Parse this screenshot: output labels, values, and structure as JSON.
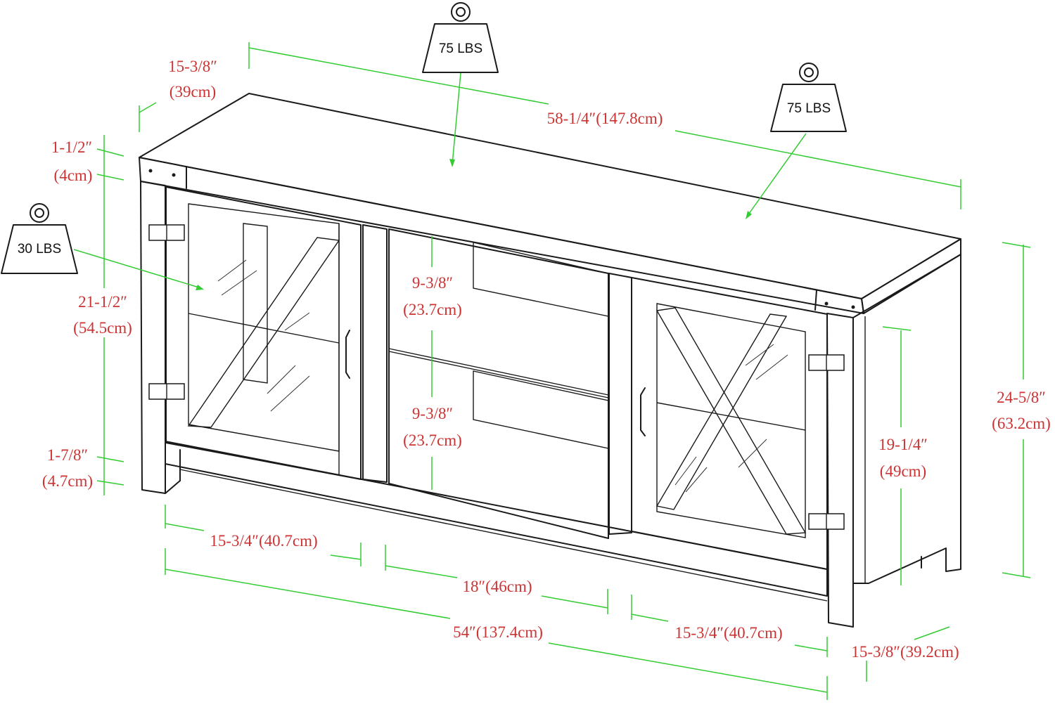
{
  "colors": {
    "outline": "#1a1a1a",
    "dimension_line": "#33cc33",
    "dimension_text": "#cc3333"
  },
  "weights": {
    "top_center": "75 LBS",
    "top_right": "75 LBS",
    "left_shelf": "30 LBS"
  },
  "dimensions": {
    "depth_top_in": "15-3/8″",
    "depth_top_cm": "(39cm)",
    "width_top": "58-1/4″(147.8cm)",
    "top_thickness_in": "1-1/2″",
    "top_thickness_cm": "(4cm)",
    "inner_height_in": "21-1/2″",
    "inner_height_cm": "(54.5cm)",
    "base_gap_in": "1-7/8″",
    "base_gap_cm": "(4.7cm)",
    "shelf_upper_in": "9-3/8″",
    "shelf_upper_cm": "(23.7cm)",
    "shelf_lower_in": "9-3/8″",
    "shelf_lower_cm": "(23.7cm)",
    "cabinet_height_in": "19-1/4″",
    "cabinet_height_cm": "(49cm)",
    "total_height_in": "24-5/8″",
    "total_height_cm": "(63.2cm)",
    "left_door_width": "15-3/4″(40.7cm)",
    "center_width": "18″(46cm)",
    "right_door_width": "15-3/4″(40.7cm)",
    "inner_width": "54″(137.4cm)",
    "depth_bottom": "15-3/8″(39.2cm)"
  }
}
